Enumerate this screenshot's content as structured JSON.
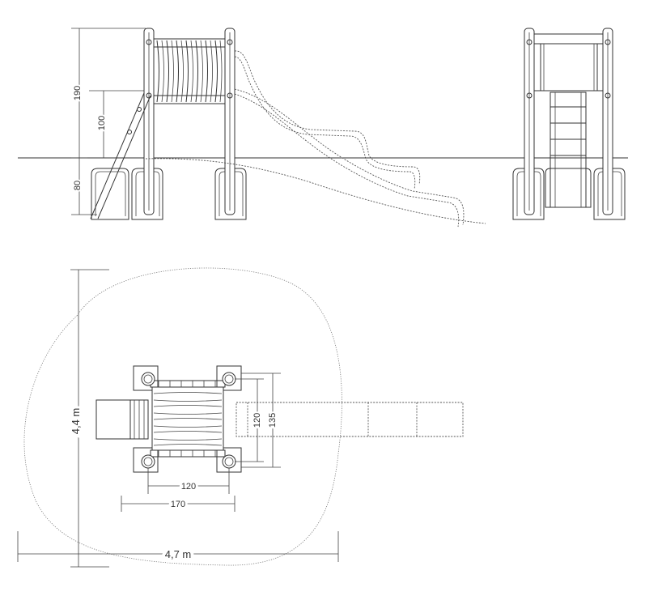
{
  "side_view": {
    "dim_total_height": "190",
    "dim_platform_height": "100",
    "dim_foundation_depth": "80"
  },
  "plan_view": {
    "dim_width_inner": "120",
    "dim_width_outer": "135",
    "dim_length_inner": "120",
    "dim_length_outer": "170",
    "safety_zone_height": "4,4 m",
    "safety_zone_width": "4,7 m"
  }
}
